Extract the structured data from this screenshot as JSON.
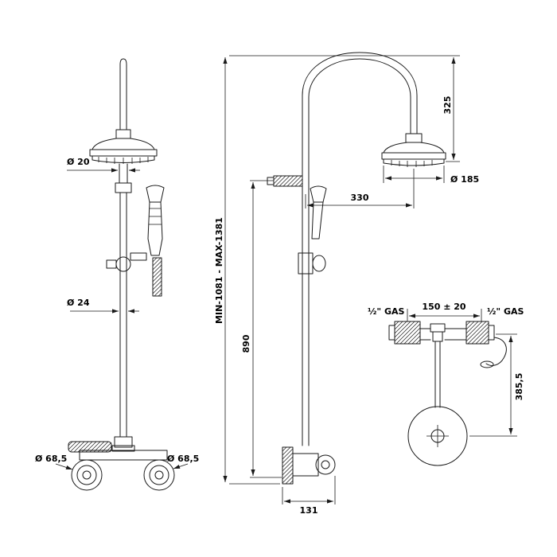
{
  "drawing": {
    "front_view": {
      "dim_head_pipe": "Ø 20",
      "dim_column": "Ø 24",
      "dim_left_flange": "Ø 68,5",
      "dim_right_flange": "Ø 68,5"
    },
    "side_view": {
      "dim_total_height": "MIN-1081 - MAX-1381",
      "dim_head_drop": "325",
      "dim_head_diameter": "Ø 185",
      "dim_arm_reach": "330",
      "dim_column_height": "890",
      "dim_body_depth": "131"
    },
    "detail_view": {
      "dim_left_thread": "½\" GAS",
      "dim_centers_distance": "150 ± 20",
      "dim_right_thread": "½\" GAS",
      "dim_height": "385,5"
    },
    "colors": {
      "line": "#1a1a1a",
      "background": "#ffffff"
    }
  }
}
